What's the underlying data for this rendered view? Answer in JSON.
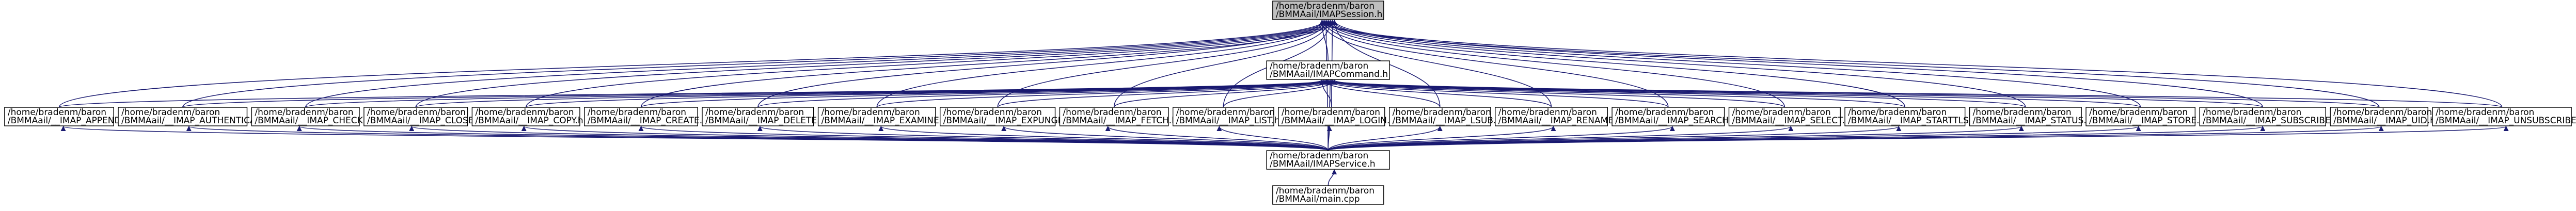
{
  "colors": {
    "edge": "#191970",
    "focus_fill": "#bfbfbf",
    "node_fill": "#ffffff",
    "border": "#000000"
  },
  "nodes": [
    {
      "id": "session",
      "lines": [
        "/home/bradenm/baron",
        "/BMMAail/IMAPSession.h"
      ],
      "focus": true
    },
    {
      "id": "command",
      "lines": [
        "/home/bradenm/baron",
        "/BMMAail/IMAPCommand.h"
      ]
    },
    {
      "id": "append",
      "lines": [
        "/home/bradenm/baron",
        "/BMMAail/__IMAP_APPEND.h"
      ]
    },
    {
      "id": "authenticate",
      "lines": [
        "/home/bradenm/baron",
        "/BMMAail/__IMAP_AUTHENTICATE.h"
      ]
    },
    {
      "id": "check",
      "lines": [
        "/home/bradenm/baron",
        "/BMMAail/__IMAP_CHECK.h"
      ]
    },
    {
      "id": "close",
      "lines": [
        "/home/bradenm/baron",
        "/BMMAail/__IMAP_CLOSE.h"
      ]
    },
    {
      "id": "copy",
      "lines": [
        "/home/bradenm/baron",
        "/BMMAail/__IMAP_COPY.h"
      ]
    },
    {
      "id": "create",
      "lines": [
        "/home/bradenm/baron",
        "/BMMAail/__IMAP_CREATE.h"
      ]
    },
    {
      "id": "delete",
      "lines": [
        "/home/bradenm/baron",
        "/BMMAail/__IMAP_DELETE.h"
      ]
    },
    {
      "id": "examine",
      "lines": [
        "/home/bradenm/baron",
        "/BMMAail/__IMAP_EXAMINE.h"
      ]
    },
    {
      "id": "expunge",
      "lines": [
        "/home/bradenm/baron",
        "/BMMAail/__IMAP_EXPUNGE.h"
      ]
    },
    {
      "id": "fetch",
      "lines": [
        "/home/bradenm/baron",
        "/BMMAail/__IMAP_FETCH.h"
      ]
    },
    {
      "id": "list",
      "lines": [
        "/home/bradenm/baron",
        "/BMMAail/__IMAP_LIST.h"
      ]
    },
    {
      "id": "login",
      "lines": [
        "/home/bradenm/baron",
        "/BMMAail/__IMAP_LOGIN.h"
      ]
    },
    {
      "id": "lsub",
      "lines": [
        "/home/bradenm/baron",
        "/BMMAail/__IMAP_LSUB.h"
      ]
    },
    {
      "id": "rename",
      "lines": [
        "/home/bradenm/baron",
        "/BMMAail/__IMAP_RENAME.h"
      ]
    },
    {
      "id": "search",
      "lines": [
        "/home/bradenm/baron",
        "/BMMAail/__IMAP_SEARCH.h"
      ]
    },
    {
      "id": "select",
      "lines": [
        "/home/bradenm/baron",
        "/BMMAail/__IMAP_SELECT.h"
      ]
    },
    {
      "id": "starttls",
      "lines": [
        "/home/bradenm/baron",
        "/BMMAail/__IMAP_STARTTLS.h"
      ]
    },
    {
      "id": "status",
      "lines": [
        "/home/bradenm/baron",
        "/BMMAail/__IMAP_STATUS.h"
      ]
    },
    {
      "id": "store",
      "lines": [
        "/home/bradenm/baron",
        "/BMMAail/__IMAP_STORE.h"
      ]
    },
    {
      "id": "subscribe",
      "lines": [
        "/home/bradenm/baron",
        "/BMMAail/__IMAP_SUBSCRIBE.h"
      ]
    },
    {
      "id": "uid",
      "lines": [
        "/home/bradenm/baron",
        "/BMMAail/__IMAP_UID.h"
      ]
    },
    {
      "id": "unsubscribe",
      "lines": [
        "/home/bradenm/baron",
        "/BMMAail/__IMAP_UNSUBSCRIBE.h"
      ]
    },
    {
      "id": "service",
      "lines": [
        "/home/bradenm/baron",
        "/BMMAail/IMAPService.h"
      ]
    },
    {
      "id": "main",
      "lines": [
        "/home/bradenm/baron",
        "/BMMAail/main.cpp"
      ]
    }
  ],
  "edges": [
    {
      "from": "session",
      "to": "command"
    },
    {
      "from": "session",
      "to": "append"
    },
    {
      "from": "session",
      "to": "authenticate"
    },
    {
      "from": "session",
      "to": "check"
    },
    {
      "from": "session",
      "to": "close"
    },
    {
      "from": "session",
      "to": "copy"
    },
    {
      "from": "session",
      "to": "create"
    },
    {
      "from": "session",
      "to": "delete"
    },
    {
      "from": "session",
      "to": "examine"
    },
    {
      "from": "session",
      "to": "expunge"
    },
    {
      "from": "session",
      "to": "fetch"
    },
    {
      "from": "session",
      "to": "list"
    },
    {
      "from": "session",
      "to": "login"
    },
    {
      "from": "session",
      "to": "lsub"
    },
    {
      "from": "session",
      "to": "rename"
    },
    {
      "from": "session",
      "to": "search"
    },
    {
      "from": "session",
      "to": "select"
    },
    {
      "from": "session",
      "to": "starttls"
    },
    {
      "from": "session",
      "to": "status"
    },
    {
      "from": "session",
      "to": "store"
    },
    {
      "from": "session",
      "to": "subscribe"
    },
    {
      "from": "session",
      "to": "uid"
    },
    {
      "from": "session",
      "to": "unsubscribe"
    },
    {
      "from": "session",
      "to": "service"
    },
    {
      "from": "command",
      "to": "append"
    },
    {
      "from": "command",
      "to": "authenticate"
    },
    {
      "from": "command",
      "to": "check"
    },
    {
      "from": "command",
      "to": "close"
    },
    {
      "from": "command",
      "to": "copy"
    },
    {
      "from": "command",
      "to": "create"
    },
    {
      "from": "command",
      "to": "delete"
    },
    {
      "from": "command",
      "to": "examine"
    },
    {
      "from": "command",
      "to": "expunge"
    },
    {
      "from": "command",
      "to": "fetch"
    },
    {
      "from": "command",
      "to": "list"
    },
    {
      "from": "command",
      "to": "login"
    },
    {
      "from": "command",
      "to": "lsub"
    },
    {
      "from": "command",
      "to": "rename"
    },
    {
      "from": "command",
      "to": "search"
    },
    {
      "from": "command",
      "to": "select"
    },
    {
      "from": "command",
      "to": "starttls"
    },
    {
      "from": "command",
      "to": "status"
    },
    {
      "from": "command",
      "to": "store"
    },
    {
      "from": "command",
      "to": "subscribe"
    },
    {
      "from": "command",
      "to": "uid"
    },
    {
      "from": "command",
      "to": "unsubscribe"
    },
    {
      "from": "command",
      "to": "service"
    },
    {
      "from": "append",
      "to": "service"
    },
    {
      "from": "authenticate",
      "to": "service"
    },
    {
      "from": "check",
      "to": "service"
    },
    {
      "from": "close",
      "to": "service"
    },
    {
      "from": "copy",
      "to": "service"
    },
    {
      "from": "create",
      "to": "service"
    },
    {
      "from": "delete",
      "to": "service"
    },
    {
      "from": "examine",
      "to": "service"
    },
    {
      "from": "expunge",
      "to": "service"
    },
    {
      "from": "fetch",
      "to": "service"
    },
    {
      "from": "list",
      "to": "service"
    },
    {
      "from": "login",
      "to": "service"
    },
    {
      "from": "lsub",
      "to": "service"
    },
    {
      "from": "rename",
      "to": "service"
    },
    {
      "from": "search",
      "to": "service"
    },
    {
      "from": "select",
      "to": "service"
    },
    {
      "from": "starttls",
      "to": "service"
    },
    {
      "from": "status",
      "to": "service"
    },
    {
      "from": "store",
      "to": "service"
    },
    {
      "from": "subscribe",
      "to": "service"
    },
    {
      "from": "uid",
      "to": "service"
    },
    {
      "from": "unsubscribe",
      "to": "service"
    },
    {
      "from": "service",
      "to": "main"
    }
  ]
}
